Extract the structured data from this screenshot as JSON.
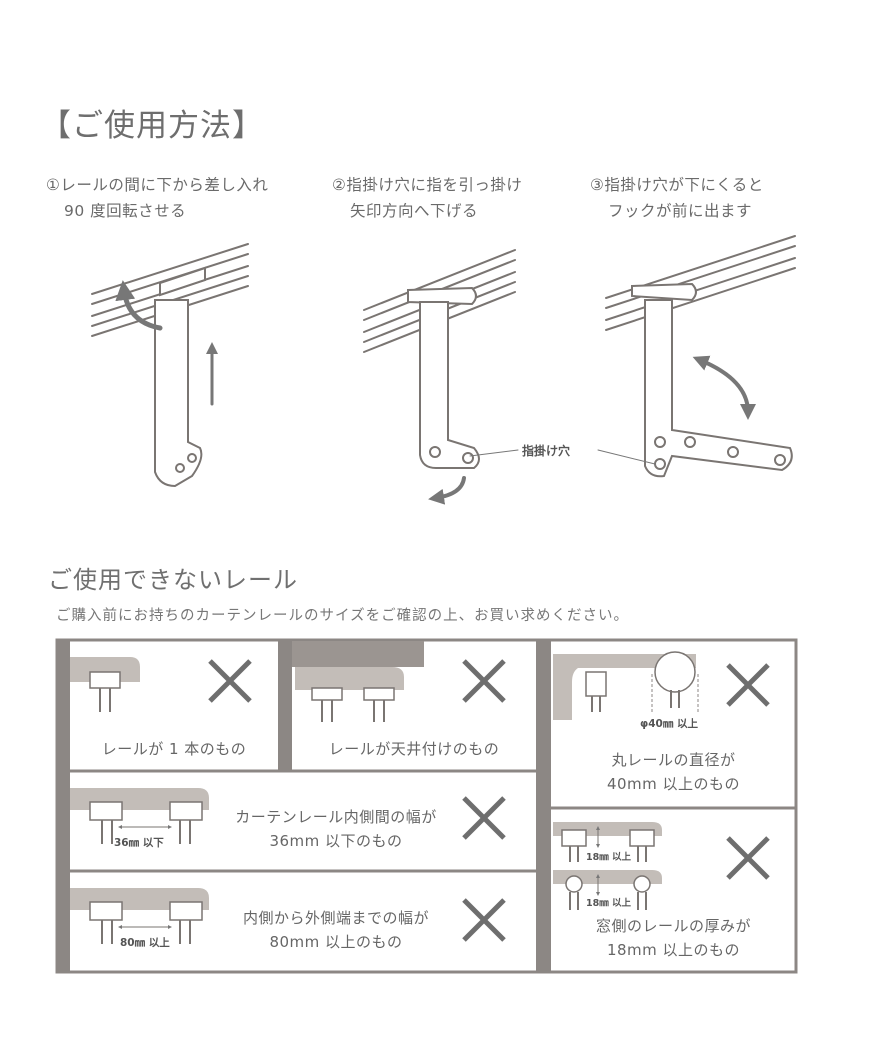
{
  "usage": {
    "title": "【ご使用方法】",
    "steps": [
      {
        "line1": "①レールの間に下から差し入れ",
        "line2": "90 度回転させる"
      },
      {
        "line1": "②指掛け穴に指を引っ掛け",
        "line2": "矢印方向へ下げる"
      },
      {
        "line1": "③指掛け穴が下にくると",
        "line2": "フックが前に出ます"
      }
    ],
    "finger_hole_label": "指掛け穴"
  },
  "unusable": {
    "title": "ご使用できないレール",
    "note": "ご購入前にお持ちのカーテンレールのサイズをご確認の上、お買い求めください。",
    "cells": [
      {
        "caption": "レールが 1 本のもの"
      },
      {
        "caption": "レールが天井付けのもの"
      },
      {
        "caption1": "丸レールの直径が",
        "caption2": "40mm 以上のもの",
        "dim": "φ40㎜ 以上"
      },
      {
        "caption1": "カーテンレール内側間の幅が",
        "caption2": "36mm 以下のもの",
        "dim": "36㎜ 以下"
      },
      {
        "caption1": "内側から外側端までの幅が",
        "caption2": "80mm 以上のもの",
        "dim": "80㎜ 以上"
      },
      {
        "caption1": "窓側のレールの厚みが",
        "caption2": "18mm 以上のもの",
        "dim": "18㎜ 以上"
      }
    ]
  },
  "colors": {
    "line": "#8c8784",
    "rail": "#c3bdb8",
    "ceiling": "#9b9591",
    "cross": "#6e6e6e"
  }
}
